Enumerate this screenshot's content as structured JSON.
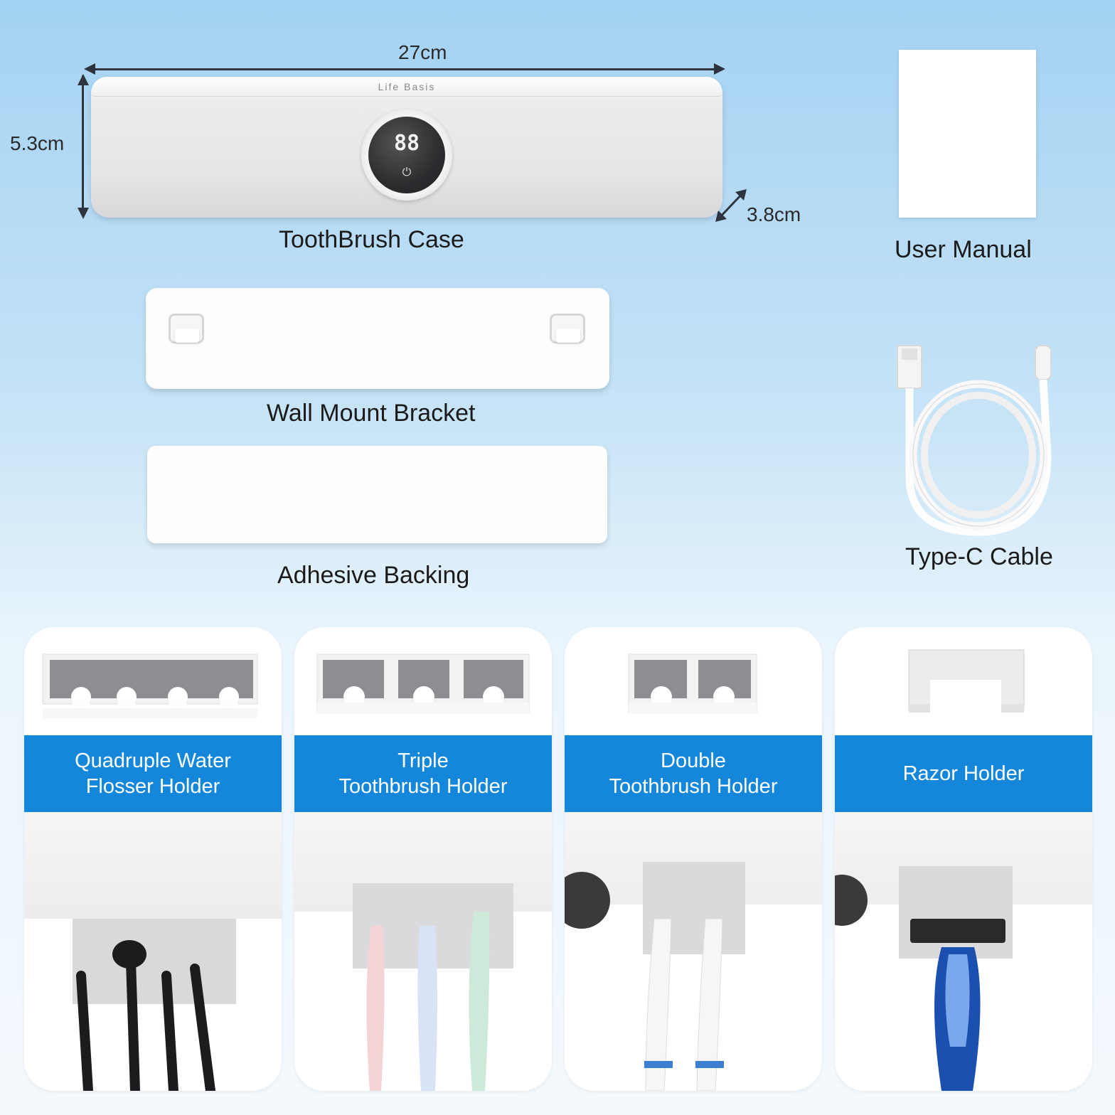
{
  "dimensions": {
    "width": "27cm",
    "height": "5.3cm",
    "depth": "3.8cm"
  },
  "case": {
    "label": "ToothBrush Case",
    "brand": "Life Basis",
    "display": "88",
    "percent": "%"
  },
  "manual": {
    "label": "User Manual"
  },
  "bracket": {
    "label": "Wall Mount Bracket"
  },
  "adhesive": {
    "label": "Adhesive Backing"
  },
  "cable": {
    "label": "Type-C Cable"
  },
  "holders": [
    {
      "label_line1": "Quadruple Water",
      "label_line2": "Flosser Holder"
    },
    {
      "label_line1": "Triple",
      "label_line2": "Toothbrush Holder"
    },
    {
      "label_line1": "Double",
      "label_line2": "Toothbrush Holder"
    },
    {
      "label_line1": "Razor Holder",
      "label_line2": ""
    }
  ],
  "colors": {
    "band": "#1487db",
    "holder_gray": "#8e8e92"
  }
}
